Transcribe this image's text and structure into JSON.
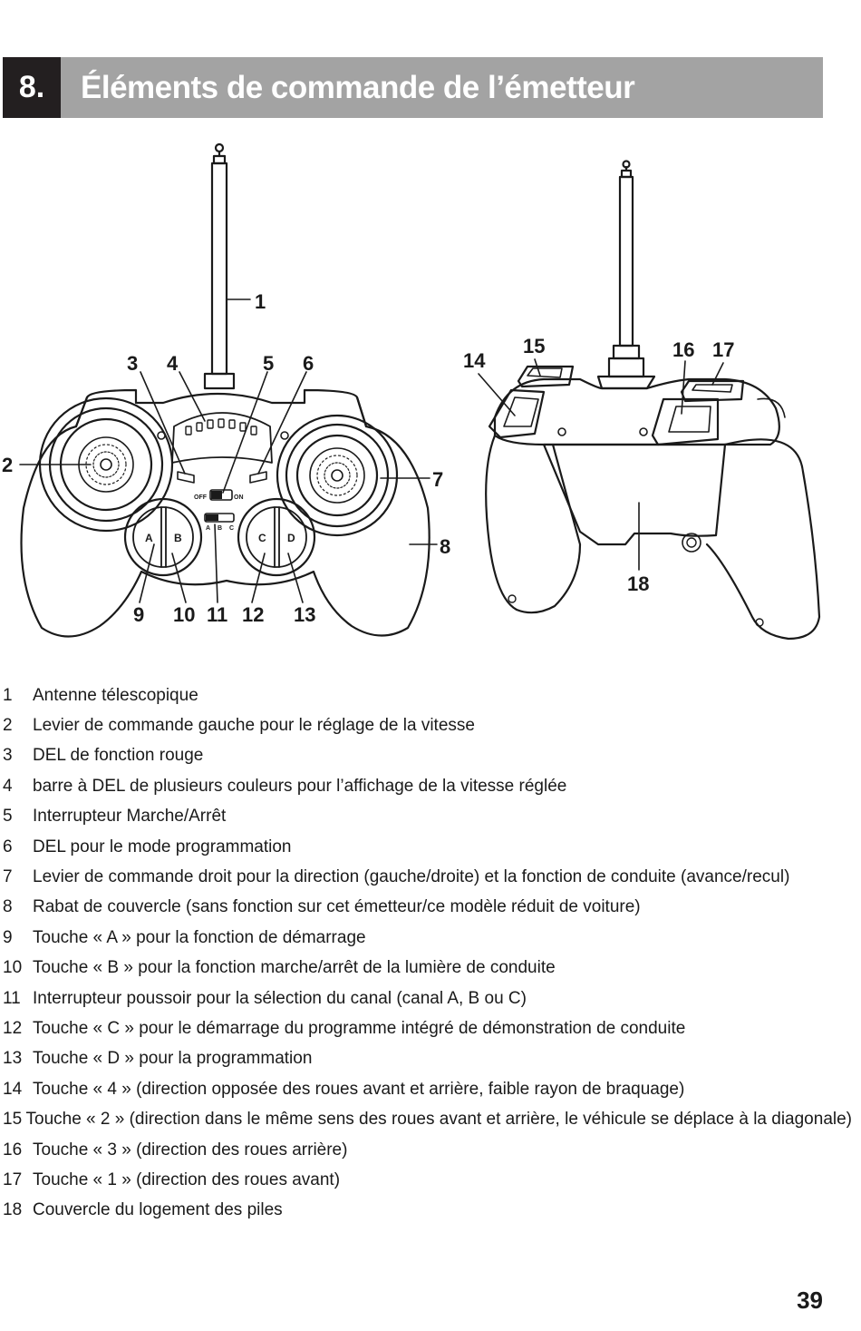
{
  "header": {
    "number": "8.",
    "title": "Éléments de commande de l’émetteur"
  },
  "figure": {
    "callouts": [
      "1",
      "2",
      "3",
      "4",
      "5",
      "6",
      "7",
      "8",
      "9",
      "10",
      "11",
      "12",
      "13",
      "14",
      "15",
      "16",
      "17",
      "18"
    ],
    "switch_off": "OFF",
    "switch_on": "ON",
    "channel_letters": [
      "A",
      "B",
      "C"
    ],
    "buttons": [
      "A",
      "B",
      "C",
      "D"
    ]
  },
  "legend": [
    {
      "num": "1",
      "text": "Antenne télescopique"
    },
    {
      "num": "2",
      "text": "Levier de commande gauche pour le réglage de la vitesse"
    },
    {
      "num": "3",
      "text": "DEL de fonction rouge"
    },
    {
      "num": "4",
      "text": "barre à DEL de plusieurs couleurs pour l’affichage de la vitesse réglée"
    },
    {
      "num": "5",
      "text": "Interrupteur Marche/Arrêt"
    },
    {
      "num": "6",
      "text": "DEL pour le mode programmation"
    },
    {
      "num": "7",
      "text": "Levier de commande droit pour la direction (gauche/droite) et la fonction de conduite (avance/recul)"
    },
    {
      "num": "8",
      "text": "Rabat de couvercle (sans fonction sur cet émetteur/ce modèle réduit de voiture)"
    },
    {
      "num": "9",
      "text": "Touche « A » pour la fonction de démarrage"
    },
    {
      "num": "10",
      "text": "Touche « B » pour la fonction marche/arrêt de la lumière de conduite"
    },
    {
      "num": "11",
      "text": "Interrupteur poussoir pour la sélection du canal (canal A, B ou C)"
    },
    {
      "num": "12",
      "text": "Touche « C » pour le démarrage du programme intégré de démonstration de conduite"
    },
    {
      "num": "13",
      "text": "Touche « D » pour la programmation"
    },
    {
      "num": "14",
      "text": "Touche « 4 » (direction opposée des roues avant et arrière, faible rayon de braquage)"
    },
    {
      "num": "15",
      "text": "Touche « 2 » (direction dans le même sens des roues avant et arrière, le véhicule se déplace à la diagonale)"
    },
    {
      "num": "16",
      "text": "Touche « 3 » (direction des roues arrière)"
    },
    {
      "num": "17",
      "text": "Touche « 1 » (direction des roues avant)"
    },
    {
      "num": "18",
      "text": "Couvercle du logement des piles"
    }
  ],
  "page_number": "39"
}
